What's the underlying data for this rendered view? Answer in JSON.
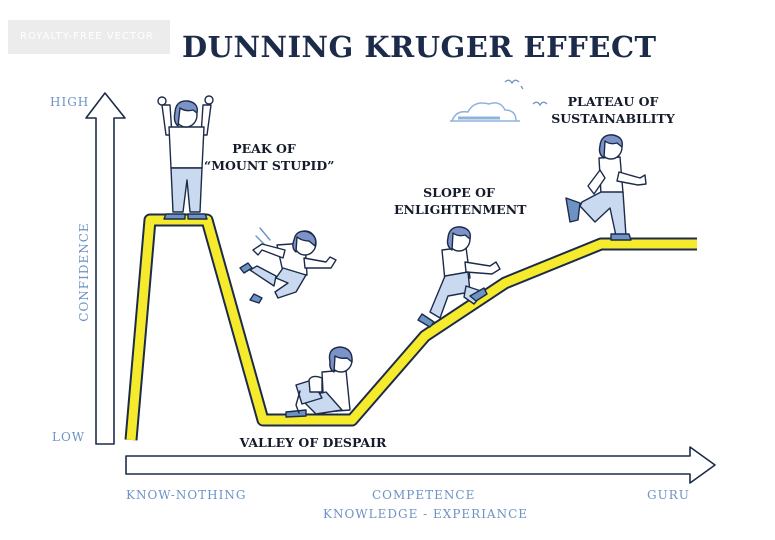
{
  "badge": "ROYALTY-FREE VECTOR",
  "title": "DUNNING KRUGER EFFECT",
  "labels": {
    "peak_line1": "PEAK OF",
    "peak_line2": "“MOUNT STUPID”",
    "valley": "VALLEY OF DESPAIR",
    "slope_line1": "SLOPE OF",
    "slope_line2": "ENLIGHTENMENT",
    "plateau_line1": "PLATEAU OF",
    "plateau_line2": "SUSTAINABILITY"
  },
  "axes": {
    "y_label": "CONFIDENCE",
    "y_high": "HIGH",
    "y_low": "LOW",
    "x_left": "KNOW-NOTHING",
    "x_center": "COMPETENCE",
    "x_right": "GURU",
    "x_label": "KNOWLEDGE - EXPERIANCE"
  },
  "colors": {
    "curve_fill": "#f5ea2c",
    "outline": "#1d2b4a",
    "axis_text": "#6c93c4",
    "shirt": "#ffffff",
    "hair": "#7c93c8",
    "pants": "#c9daf0"
  }
}
